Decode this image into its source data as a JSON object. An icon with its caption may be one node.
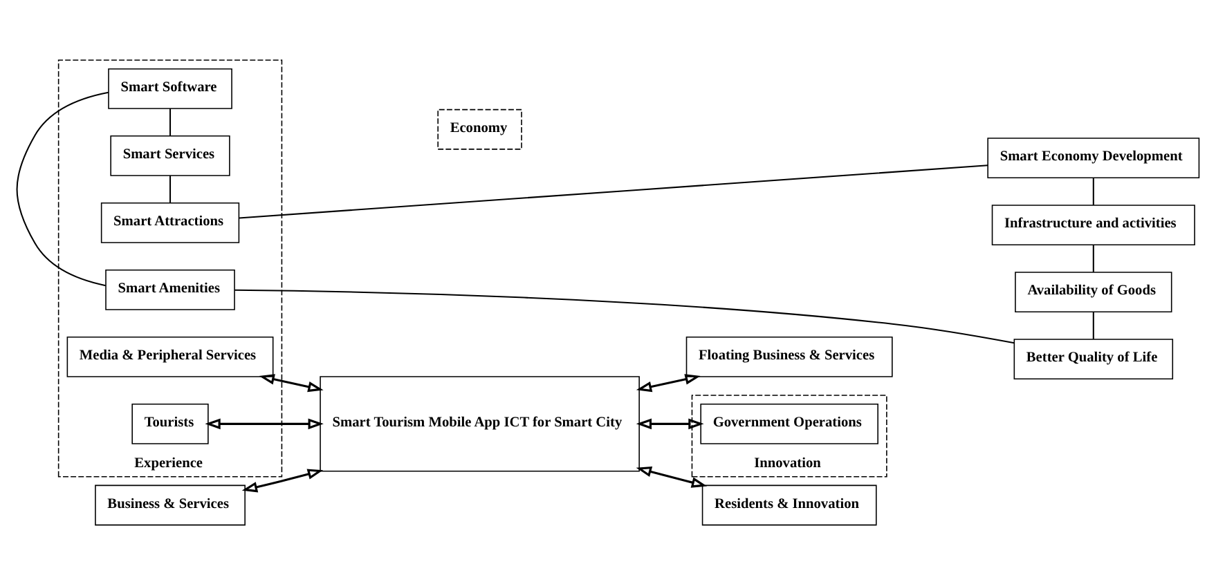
{
  "diagram": {
    "nodes": [
      {
        "text": [
          "Experience"
        ]
      },
      {
        "text": [
          "Smart Attractions"
        ],
        "in": 0
      },
      {
        "text": [
          "Smart Services"
        ],
        "in": 0
      },
      {
        "text": [
          "Smart Software"
        ],
        "in": 0
      },
      {
        "text": [
          "Smart Amenities"
        ],
        "in": 0
      },
      {
        "text": [
          "Tourists"
        ],
        "in": 0
      },
      {
        "text": [
          "Media & Peripheral Services"
        ],
        "in": 0
      },
      {
        "text": [
          "Economy"
        ]
      },
      {
        "text": [
          "Business & Services"
        ]
      },
      {
        "text": [
          "Smart Tourism Mobile App ICT for Smart City"
        ]
      },
      {
        "text": [
          "Floating Business & Services"
        ]
      },
      {
        "text": [
          "Innovation"
        ]
      },
      {
        "text": [
          "Government Operations"
        ],
        "in": 11
      },
      {
        "text": [
          "Residents & Innovation"
        ]
      },
      {
        "text": [
          "Smart Economy Development"
        ]
      },
      {
        "text": [
          "Infrastructure and activities"
        ]
      },
      {
        "text": [
          "Availability of Goods"
        ]
      },
      {
        "text": [
          "Better Quality of Life"
        ]
      }
    ],
    "edges": [
      {
        "from": 1,
        "to": 2,
        "arrow": "none"
      },
      {
        "from": 2,
        "to": 3,
        "arrow": "none"
      },
      {
        "from": 3,
        "to": 4,
        "arrow": "none"
      },
      {
        "from": 1,
        "to": 14,
        "arrow": "none"
      },
      {
        "from": 4,
        "to": 17,
        "arrow": "none"
      },
      {
        "from": 14,
        "to": 15,
        "arrow": "none"
      },
      {
        "from": 15,
        "to": 16,
        "arrow": "none"
      },
      {
        "from": 16,
        "to": 17,
        "arrow": "none"
      },
      {
        "from": 8,
        "to": 9,
        "arrow": "both"
      },
      {
        "from": 5,
        "to": 9,
        "arrow": "both"
      },
      {
        "from": 9,
        "to": 10,
        "arrow": "both"
      },
      {
        "from": 6,
        "to": 9,
        "arrow": "both"
      },
      {
        "from": 9,
        "to": 12,
        "arrow": "both"
      },
      {
        "from": 9,
        "to": 13,
        "arrow": "both"
      }
    ]
  }
}
